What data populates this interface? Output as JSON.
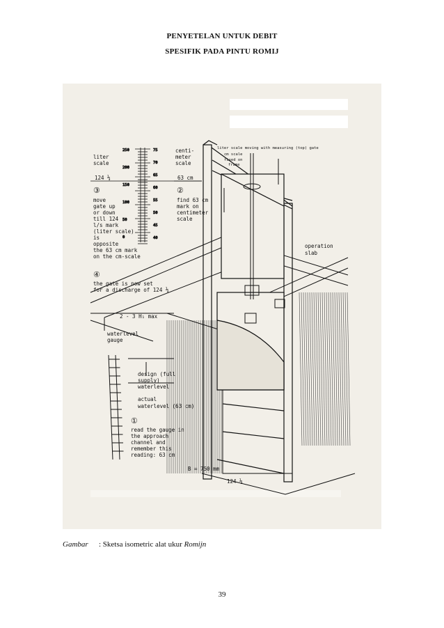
{
  "header": {
    "line1": "PENYETELAN  UNTUK DEBIT",
    "line2": "SPESIFIK  PADA PINTU ROMIJ"
  },
  "figure": {
    "labels": {
      "liter_scale_1": "liter",
      "liter_scale_2": "scale",
      "centimeter_1": "centi-",
      "centimeter_2": "meter",
      "centimeter_3": "scale",
      "reading_left": "124 ⅓",
      "reading_cm": "63 cm",
      "step3": "③",
      "step3_lines": [
        "move",
        "gate up",
        "or down",
        "till 124",
        "l/s mark",
        "(liter scale)",
        "is",
        "opposite",
        "the 63 cm mark",
        "on the cm-scale"
      ],
      "step2": "②",
      "step2_lines": [
        "find 63 cm",
        "mark on",
        "centimeter",
        "scale"
      ],
      "step4": "④",
      "step4_lines": [
        "the gate is now set",
        "for a discharge of 124 ⅓"
      ],
      "top_liter_scale": "liter scale  moving with measuring (top) gate",
      "top_cm_scale": "cm scale",
      "top_fixed_1": "fixed on",
      "top_fixed_2": "frame",
      "operation_1": "operation",
      "operation_2": "slab",
      "h1max": "2 - 3 H₁ max",
      "gauge_1": "waterlevel",
      "gauge_2": "gauge",
      "design_lines": [
        "design (full",
        "supply)",
        "waterlevel"
      ],
      "actual_1": "actual",
      "actual_2": "waterlevel (63 cm)",
      "step1": "①",
      "step1_lines": [
        "read the gauge in",
        "the approach",
        "channel and",
        "remember this",
        "reading: 63 cm"
      ],
      "width_label": "B = 750 mm",
      "bottom_reading": "124 ⅓",
      "liter_ticks": [
        "250",
        "200",
        "150",
        "100",
        "50",
        "0"
      ],
      "cm_ticks": [
        "75",
        "70",
        "65",
        "60",
        "55",
        "50",
        "45",
        "40"
      ]
    }
  },
  "caption": {
    "label": "Gambar",
    "text": ": Sketsa isometric  alat ukur ",
    "italic": "Romijn"
  },
  "page_number": "39"
}
